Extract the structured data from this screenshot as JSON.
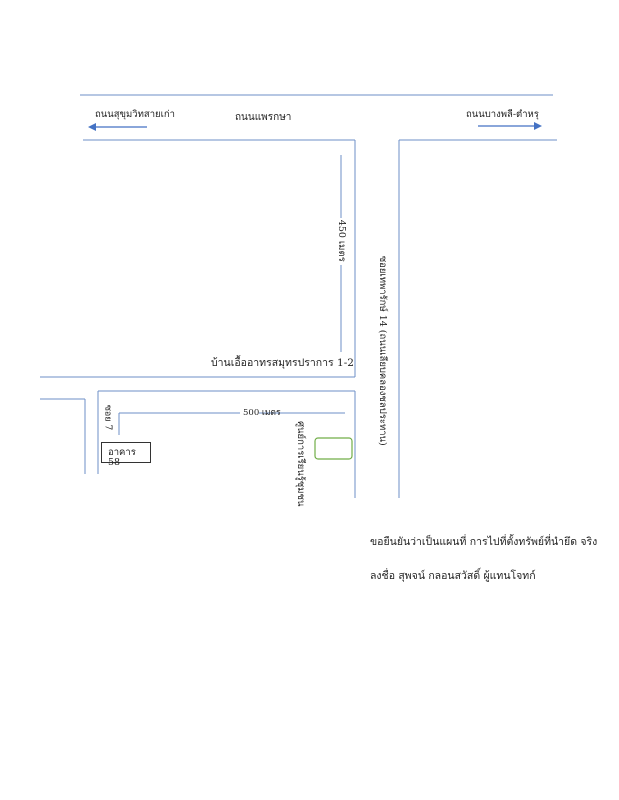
{
  "map": {
    "roads": {
      "sukhumvit_old": "ถนนสุขุมวิทสายเก่า",
      "phraek_sa": "ถนนแพรกษา",
      "bang_phli": "ถนนบางพลี-ตำหรุ",
      "soi_thepharak_14": "ซอยเทพารักษ์ 14 (ถนนเลียบคลองชลประทาน)",
      "soi_7": "ซอย 7"
    },
    "distances": {
      "d450": "450 เมตร",
      "d500": "500 เมตร"
    },
    "places": {
      "housing": "บ้านเอื้ออาทรสมุทรปราการ 1-2",
      "building": "อาคาร 58",
      "community_center": "ศูนย์การเรียนรู้ชุมชน"
    },
    "colors": {
      "road_line": "#6d8fc7",
      "arrow": "#4472c4",
      "target_box": "#70ad47",
      "building_border": "#333333"
    }
  },
  "footer": {
    "confirm_text": "ขอยืนยันว่าเป็นแผนที่ การไปที่ตั้งทรัพย์ที่นำยึด จริง",
    "signature_text": "ลงชื่อ สุพจน์ กลอนสวัสดิ์ ผู้แทนโจทก์"
  }
}
